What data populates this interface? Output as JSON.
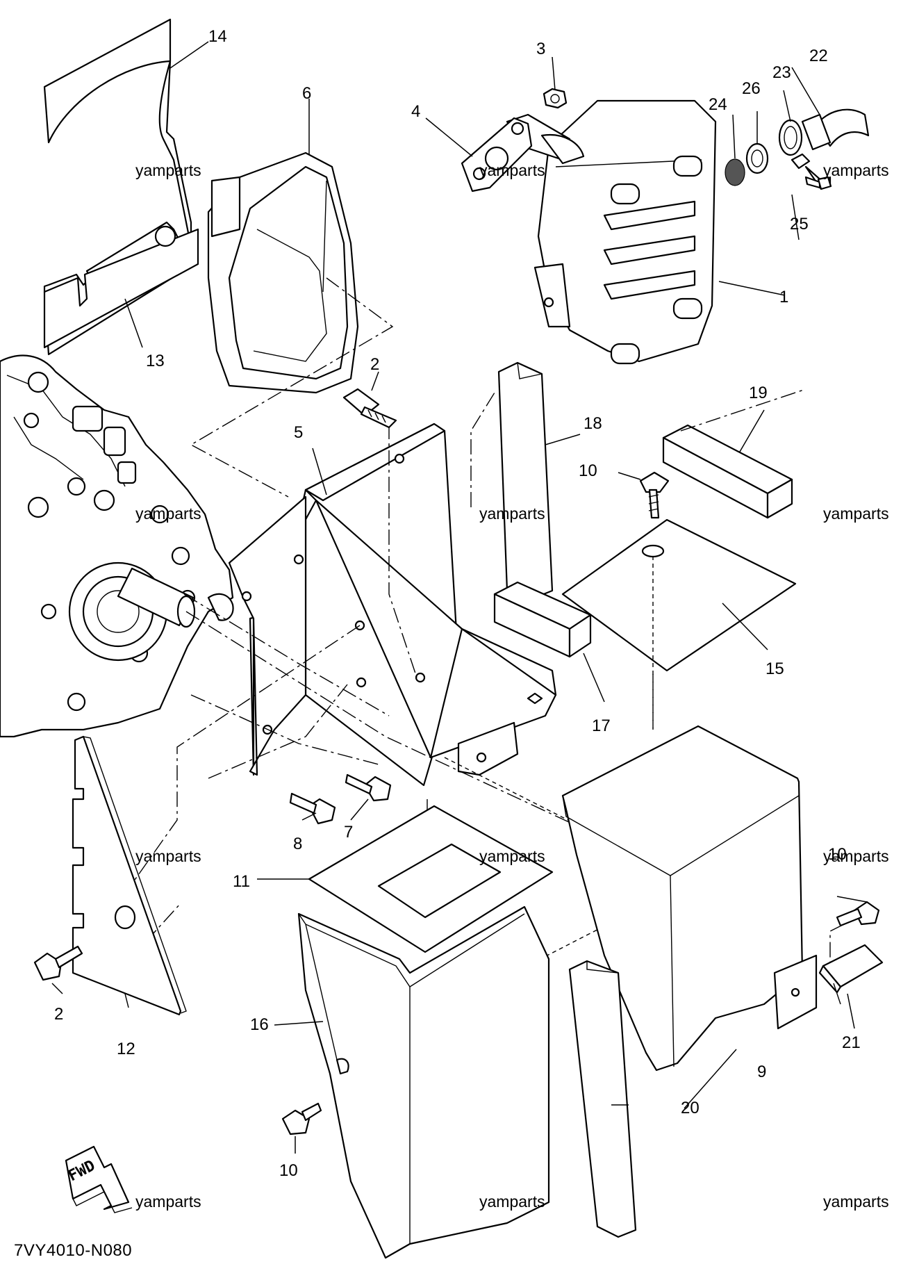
{
  "diagram": {
    "drawing_code": "7VY4010-N080",
    "watermark": "yamparts",
    "direction_arrow": "FWD",
    "callouts": [
      {
        "id": "c1",
        "text": "1"
      },
      {
        "id": "c2a",
        "text": "2"
      },
      {
        "id": "c2b",
        "text": "2"
      },
      {
        "id": "c3",
        "text": "3"
      },
      {
        "id": "c4",
        "text": "4"
      },
      {
        "id": "c5",
        "text": "5"
      },
      {
        "id": "c6",
        "text": "6"
      },
      {
        "id": "c7",
        "text": "7"
      },
      {
        "id": "c8",
        "text": "8"
      },
      {
        "id": "c9",
        "text": "9"
      },
      {
        "id": "c10a",
        "text": "10"
      },
      {
        "id": "c10b",
        "text": "10"
      },
      {
        "id": "c10c",
        "text": "10"
      },
      {
        "id": "c11",
        "text": "11"
      },
      {
        "id": "c12",
        "text": "12"
      },
      {
        "id": "c13",
        "text": "13"
      },
      {
        "id": "c14",
        "text": "14"
      },
      {
        "id": "c15",
        "text": "15"
      },
      {
        "id": "c16",
        "text": "16"
      },
      {
        "id": "c17",
        "text": "17"
      },
      {
        "id": "c18",
        "text": "18"
      },
      {
        "id": "c19",
        "text": "19"
      },
      {
        "id": "c20",
        "text": "20"
      },
      {
        "id": "c21",
        "text": "21"
      },
      {
        "id": "c22",
        "text": "22"
      },
      {
        "id": "c23",
        "text": "23"
      },
      {
        "id": "c24",
        "text": "24"
      },
      {
        "id": "c25",
        "text": "25"
      },
      {
        "id": "c26",
        "text": "26"
      }
    ]
  }
}
